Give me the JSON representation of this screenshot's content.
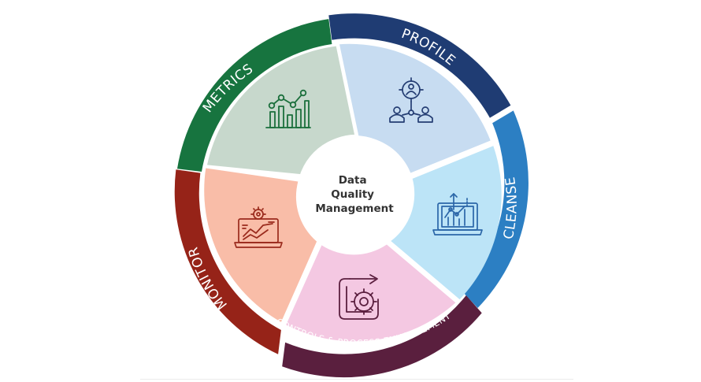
{
  "center": {
    "lines": [
      "Data",
      "Quality",
      "Management"
    ]
  },
  "segments": [
    {
      "id": "profile",
      "label": "PROFILE",
      "icon": "people-network-icon",
      "inner_color": "#c7dcf1",
      "ring_color": "#1f3c73",
      "icon_color": "#243d73"
    },
    {
      "id": "cleanse",
      "label": "CLEANSE",
      "icon": "laptop-analytics-icon",
      "inner_color": "#bce4f7",
      "ring_color": "#2c7fc3",
      "icon_color": "#2b66a8"
    },
    {
      "id": "controls",
      "label": "CONTROLS & PROCESS ENHANCEMENT",
      "icon": "process-gear-icon",
      "inner_color": "#f4c8e2",
      "ring_color": "#5a1f3e",
      "icon_color": "#5b1f3f"
    },
    {
      "id": "monitor",
      "label": "MONITOR",
      "icon": "monitor-dashboard-icon",
      "inner_color": "#f9bda8",
      "ring_color": "#962318",
      "icon_color": "#9a2a1c"
    },
    {
      "id": "metrics",
      "label": "METRICS",
      "icon": "bar-chart-icon",
      "inner_color": "#c7d8cc",
      "ring_color": "#17743f",
      "icon_color": "#1b6f3c"
    }
  ]
}
